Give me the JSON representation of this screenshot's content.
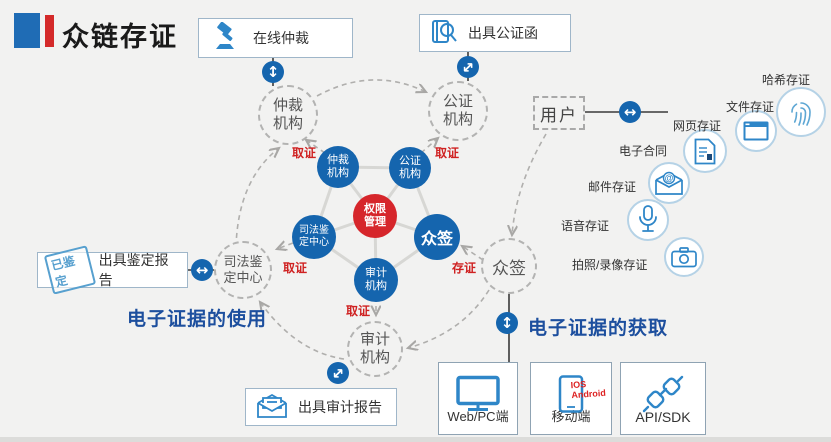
{
  "title": "众链存证",
  "boxes": {
    "online_arbitration": "在线仲裁",
    "notary_letter": "出具公证函",
    "appraisal_report": "出具鉴定报告",
    "appraisal_stamp": "已鉴定",
    "audit_report": "出具审计报告"
  },
  "user": "用户",
  "nodes": {
    "arbitration": [
      "仲裁",
      "机构"
    ],
    "notary": [
      "公证",
      "机构"
    ],
    "sign": [
      "众签"
    ],
    "audit": [
      "审计",
      "机构"
    ],
    "judicial": [
      "司法鉴",
      "定中心"
    ],
    "center": [
      "权限",
      "管理"
    ]
  },
  "flow_labels": {
    "obtain": "取证",
    "store": "存证"
  },
  "section_titles": {
    "use": "电子证据的使用",
    "obtain": "电子证据的获取"
  },
  "storage": [
    {
      "label": "哈希存证",
      "icon": "fingerprint-icon"
    },
    {
      "label": "文件存证",
      "icon": "browser-window-icon"
    },
    {
      "label": "网页存证",
      "icon": "document-icon"
    },
    {
      "label": "电子合同"
    },
    {
      "label": "邮件存证",
      "icon": "email-at-icon"
    },
    {
      "label": "语音存证",
      "icon": "microphone-icon"
    },
    {
      "label": "拍照/录像存证",
      "icon": "camera-icon"
    }
  ],
  "clients": {
    "web": "Web/PC端",
    "mobile": "移动端",
    "mobile_os1": "IOS",
    "mobile_os2": "Android",
    "api": "API/SDK"
  },
  "icons": {
    "v_arrow": "↕",
    "h_arrow": "↔"
  },
  "colors": {
    "node_blue": "#1565ae",
    "node_red": "#d6262b",
    "label_red": "#cf2121",
    "section_blue": "#1d4f9e",
    "icon_blue": "#2e86c8",
    "background": "#f2f2f1"
  }
}
